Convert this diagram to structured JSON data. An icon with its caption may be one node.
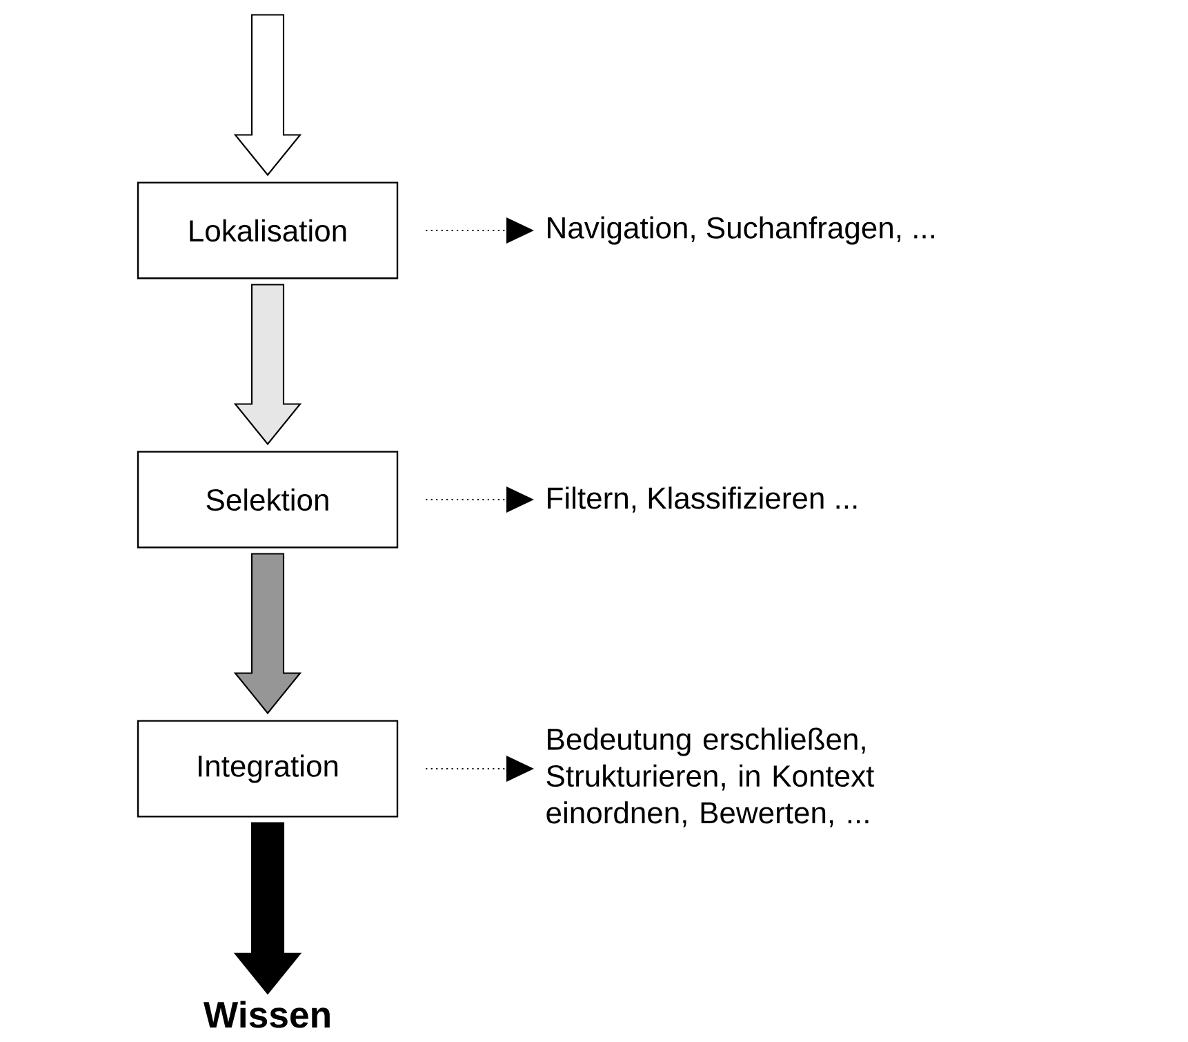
{
  "diagram": {
    "nodes": [
      {
        "text": [
          "Lokalisation"
        ]
      },
      {
        "text": [
          "Navigation, Suchanfragen, ..."
        ]
      },
      {
        "text": [
          "Selektion"
        ]
      },
      {
        "text": [
          "Filtern, Klassifizieren ..."
        ]
      },
      {
        "text": [
          "Integration"
        ]
      },
      {
        "text": [
          "Bedeutung erschließen, Strukturieren, in Kontext einordnen, Bewerten, ..."
        ]
      },
      {
        "text": [
          "Wissen"
        ]
      }
    ],
    "edges": [
      {
        "from": null,
        "to": 0,
        "arrow": "to",
        "style": "thick",
        "color": "#ffffff"
      },
      {
        "from": 0,
        "to": 2,
        "arrow": "to",
        "style": "thick",
        "color": "#e6e6e6"
      },
      {
        "from": 2,
        "to": 4,
        "arrow": "to",
        "style": "thick",
        "color": "#969696"
      },
      {
        "from": 4,
        "to": 6,
        "arrow": "to",
        "style": "thick",
        "color": "#000000"
      },
      {
        "from": 0,
        "to": 1,
        "arrow": "to",
        "style": "dashed"
      },
      {
        "from": 2,
        "to": 3,
        "arrow": "to",
        "style": "dashed"
      },
      {
        "from": 4,
        "to": 5,
        "arrow": "to",
        "style": "dashed"
      }
    ]
  }
}
